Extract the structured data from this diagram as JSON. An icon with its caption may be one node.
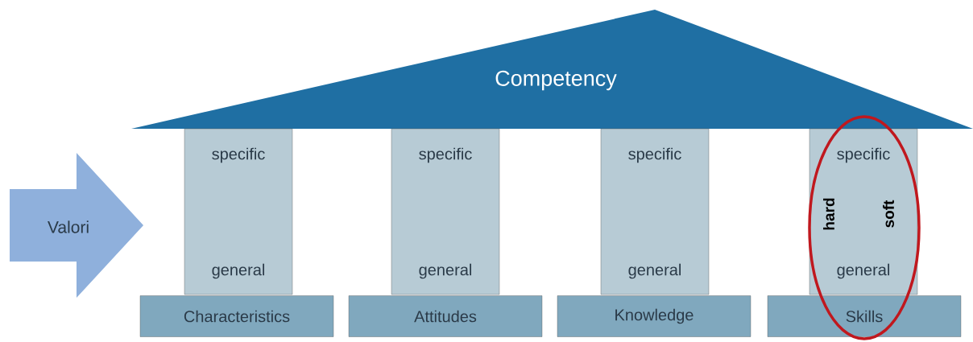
{
  "diagram": {
    "nodes": [
      {
        "text": [
          "Competency"
        ]
      },
      {
        "text": [
          "Valori"
        ]
      },
      {
        "text": [
          "specific",
          "general"
        ]
      },
      {
        "text": [
          "specific",
          "general"
        ]
      },
      {
        "text": [
          "specific",
          "general"
        ]
      },
      {
        "text": [
          "specific",
          "hard",
          "soft",
          "general"
        ]
      },
      {
        "text": [
          "Characteristics"
        ]
      },
      {
        "text": [
          "Attitudes"
        ]
      },
      {
        "text": [
          "Knowledge"
        ]
      },
      {
        "text": [
          "Skills"
        ]
      }
    ],
    "edges": []
  }
}
